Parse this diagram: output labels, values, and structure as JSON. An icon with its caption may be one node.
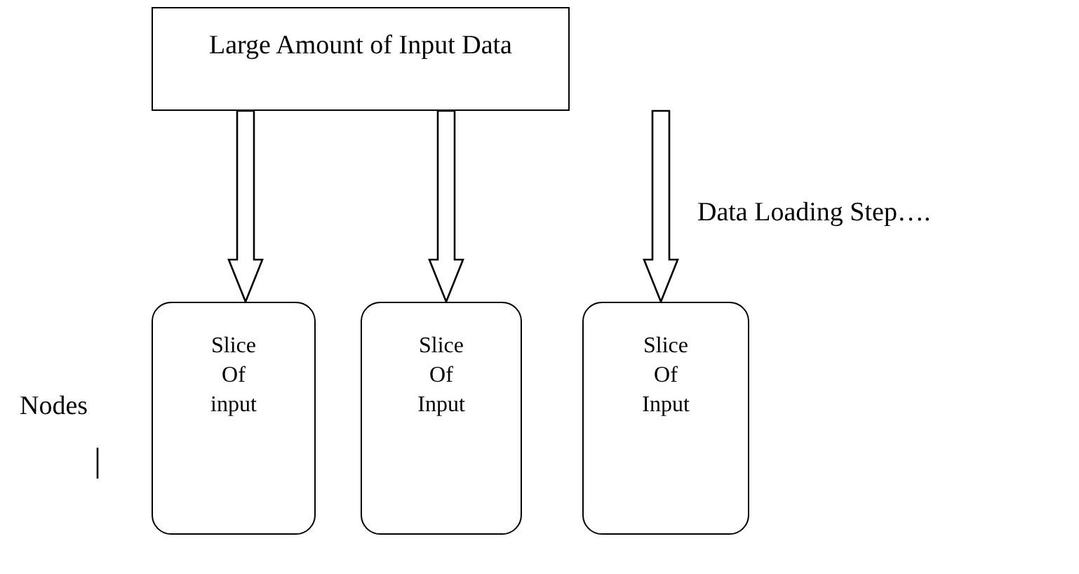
{
  "diagram": {
    "nodes": [
      {
        "text": [
          "Large Amount of Input Data"
        ]
      },
      {
        "text": [
          "Slice Of input"
        ]
      },
      {
        "text": [
          "Slice Of Input"
        ]
      },
      {
        "text": [
          "Slice Of Input"
        ]
      }
    ],
    "edges": [
      {
        "from": 0,
        "to": 1,
        "arrow": "to"
      },
      {
        "from": 0,
        "to": 2,
        "arrow": "to"
      },
      {
        "from": 0,
        "to": 3,
        "arrow": "to"
      }
    ],
    "labels": [
      "Data Loading Step….",
      "Nodes"
    ]
  }
}
